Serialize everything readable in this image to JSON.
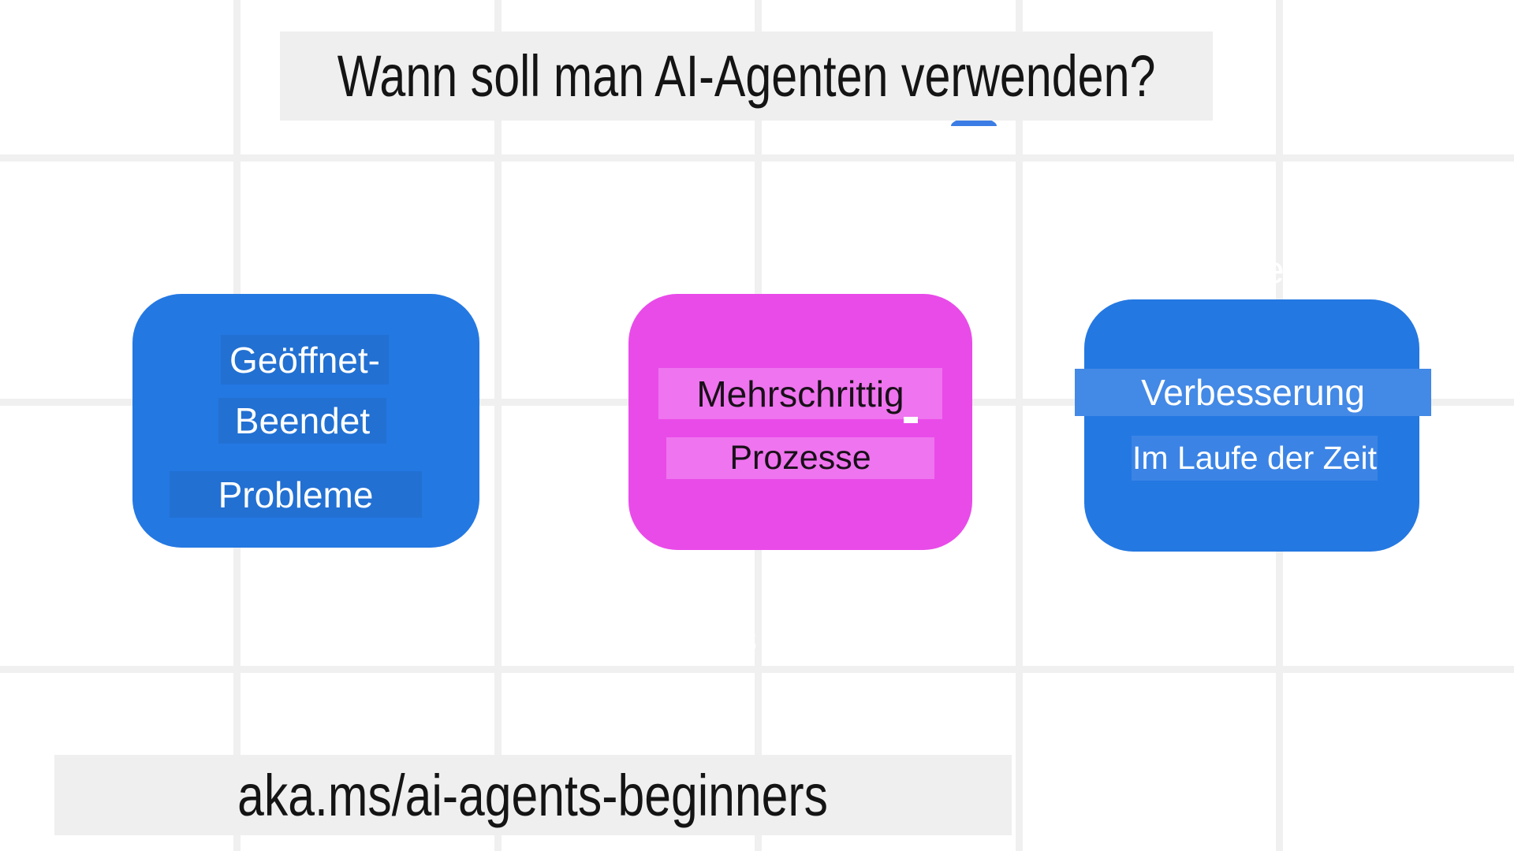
{
  "title": {
    "text": "Wann soll man AI-Agenten verwenden?"
  },
  "cards": [
    {
      "id": "open-ended-problems",
      "color": "#2478e2",
      "highlight_color": "#2270d2",
      "text_color": "#ffffff",
      "lines": [
        "Geöffnet-",
        "Beendet",
        "Probleme"
      ]
    },
    {
      "id": "multi-step-processes",
      "color": "#e94be9",
      "highlight_color": "#ef74ef",
      "text_color": "#181018",
      "lines": [
        "Mehrschrittig",
        "Prozesse"
      ]
    },
    {
      "id": "improvement-over-time",
      "color": "#2478e2",
      "highlight_color": "#4389e6",
      "text_color": "#ffffff",
      "lines": [
        "Verbesserung",
        "Im Laufe der Zeit"
      ]
    }
  ],
  "footer": {
    "text": "aka.ms/ai-agents-beginners"
  },
  "artifacts": {
    "ghost_letters": [
      "e",
      "s"
    ]
  },
  "colors": {
    "background": "#ffffff",
    "grid_line": "#f0f0f0",
    "bar_background": "#efefef",
    "title_text": "#141414",
    "blue_dot": "#3b7de4"
  }
}
